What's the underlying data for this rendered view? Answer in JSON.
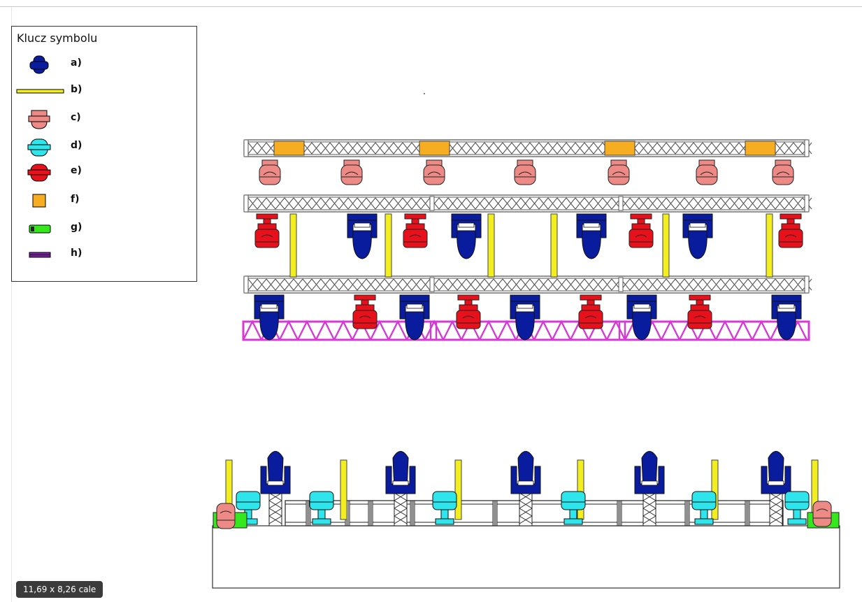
{
  "legend": {
    "title": "Klucz symbolu",
    "items": [
      {
        "label": "a)",
        "icon": "moving-head-dark-blue-icon",
        "color": "#0a1c9e"
      },
      {
        "label": "b)",
        "icon": "yellow-bar-icon",
        "color": "#f2ee1f"
      },
      {
        "label": "c)",
        "icon": "salmon-fixture-icon",
        "color": "#ee8a86"
      },
      {
        "label": "d)",
        "icon": "cyan-fixture-icon",
        "color": "#2ee5ec"
      },
      {
        "label": "e)",
        "icon": "red-fixture-icon",
        "color": "#e8111b"
      },
      {
        "label": "f)",
        "icon": "orange-square-icon",
        "color": "#f7ad22"
      },
      {
        "label": "g)",
        "icon": "green-box-icon",
        "color": "#35e81e"
      },
      {
        "label": "h)",
        "icon": "purple-bar-icon",
        "color": "#7b1fa2"
      }
    ]
  },
  "colors": {
    "truss": "#ffffff",
    "truss_stroke": "#555555",
    "magenta_truss": "#d63ad6",
    "dark_blue": "#0a1c9e",
    "red": "#e8111b",
    "salmon": "#ee8a86",
    "cyan": "#2ee5ec",
    "orange": "#f7ad22",
    "yellow": "#f2ee1f",
    "green": "#35e81e"
  },
  "footer": {
    "page_size": "11,69 x 8,26 cale"
  }
}
